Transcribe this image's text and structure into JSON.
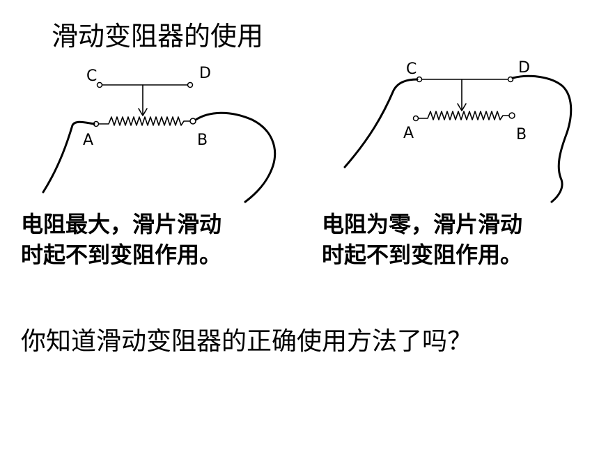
{
  "slide": {
    "title": "滑动变阻器的使用",
    "question": "你知道滑动变阻器的正确使用方法了吗？"
  },
  "left_diagram": {
    "labels": {
      "c": "C",
      "d": "D",
      "a": "A",
      "b": "B"
    },
    "caption_line1": "电阻最大，滑片滑动",
    "caption_line2": "时起不到变阻作用。"
  },
  "right_diagram": {
    "labels": {
      "c": "C",
      "d": "D",
      "a": "A",
      "b": "B"
    },
    "caption_line1": "电阻为零，滑片滑动",
    "caption_line2": "时起不到变阻作用。"
  }
}
